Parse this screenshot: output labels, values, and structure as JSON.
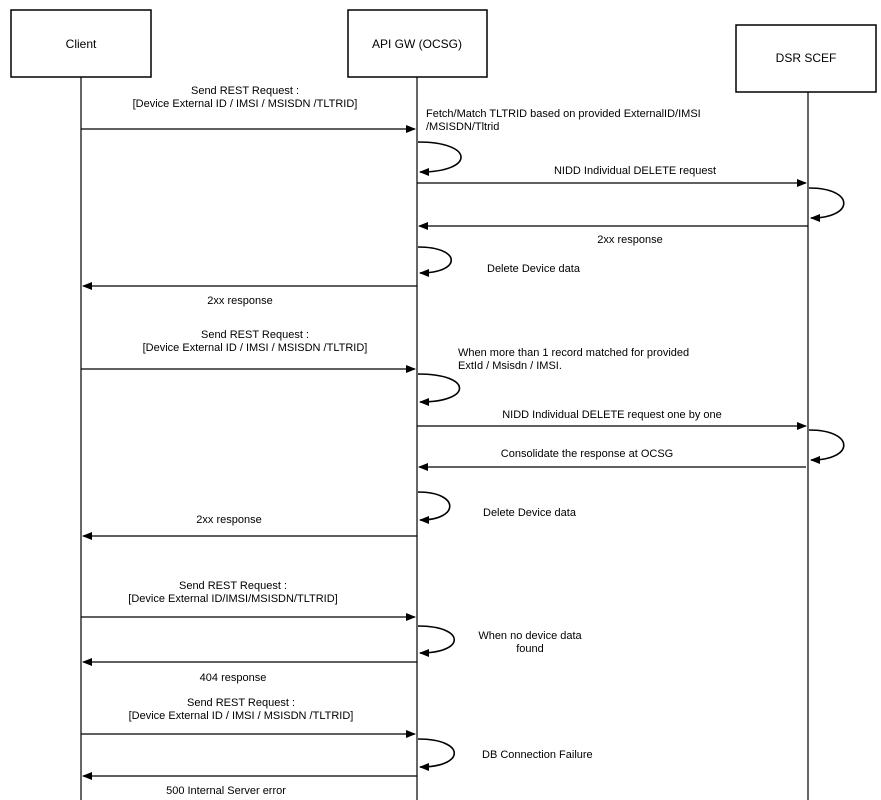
{
  "participants": {
    "client": "Client",
    "gateway": "API GW (OCSG)",
    "scef": "DSR SCEF"
  },
  "messages": {
    "s1_request": [
      "Send REST Request :",
      "[Device External ID / IMSI / MSISDN /TLTRID]"
    ],
    "s1_fetch": [
      "Fetch/Match TLTRID based on provided ExternalID/IMSI",
      "/MSISDN/Tltrid"
    ],
    "s1_delete_req": [
      "NIDD Individual DELETE request"
    ],
    "s1_scef_resp": [
      "2xx response"
    ],
    "s1_delete_data": [
      "Delete Device data"
    ],
    "s1_client_resp": [
      "2xx response"
    ],
    "s2_request": [
      "Send REST Request :",
      "[Device External ID / IMSI / MSISDN /TLTRID]"
    ],
    "s2_multi": [
      "When more than 1 record matched for provided",
      "ExtId / Msisdn / IMSI."
    ],
    "s2_delete_req": [
      "NIDD Individual DELETE request  one by one"
    ],
    "s2_consolidate": [
      "Consolidate the response at OCSG"
    ],
    "s2_delete_data": [
      "Delete Device data"
    ],
    "s2_client_resp": [
      "2xx response"
    ],
    "s3_request": [
      "Send REST Request :",
      "[Device External ID/IMSI/MSISDN/TLTRID]"
    ],
    "s3_nodata": [
      "When no device data",
      "found"
    ],
    "s3_client_resp": [
      "404 response"
    ],
    "s4_request": [
      "Send REST Request :",
      "[Device External ID / IMSI / MSISDN /TLTRID]"
    ],
    "s4_dbfail": [
      "DB Connection Failure"
    ],
    "s4_client_resp": [
      "500 Internal Server error"
    ]
  }
}
